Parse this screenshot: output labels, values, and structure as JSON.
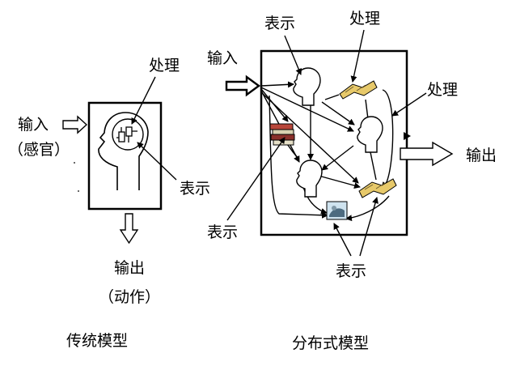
{
  "traditional": {
    "caption": "传统模型",
    "input_label": "输入",
    "input_sub_label": "（感官）",
    "process_label": "处理",
    "represent_label": "表示",
    "output_label": "输出",
    "output_sub_label": "（动作）"
  },
  "distributed": {
    "caption": "分布式模型",
    "input_label": "输入",
    "output_label": "输出",
    "represent_top_label": "表示",
    "represent_left_label": "表示",
    "represent_bottom_label": "表示",
    "process_top_label": "处理",
    "process_right_label": "处理"
  }
}
